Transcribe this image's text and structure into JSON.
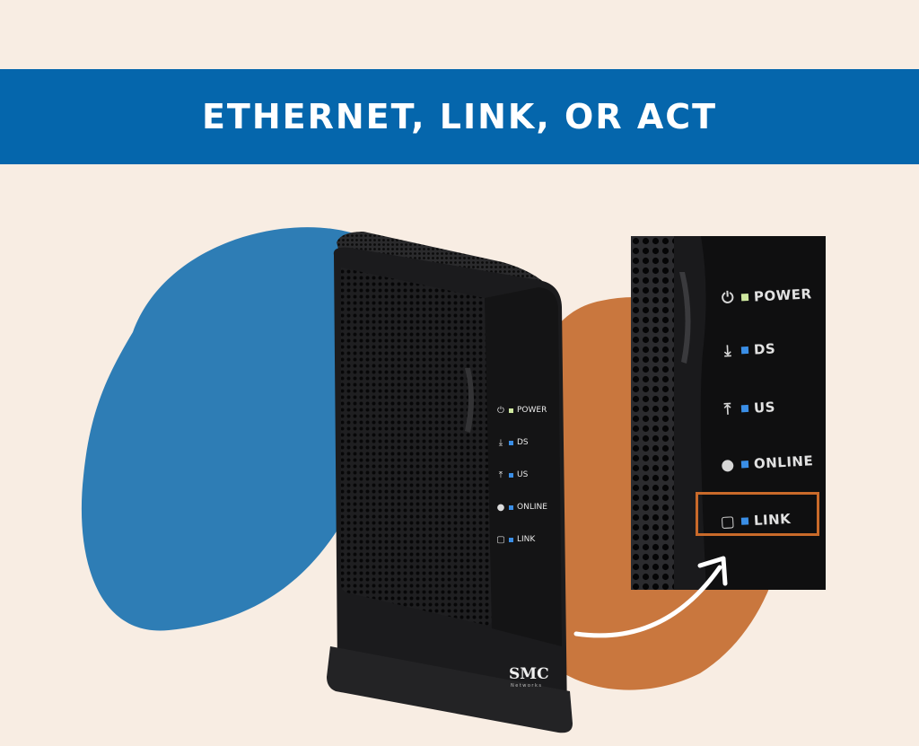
{
  "banner": {
    "title": "ETHERNET, LINK, OR ACT",
    "color": "#0566ac"
  },
  "colors": {
    "background": "#f8ede3",
    "blob_blue": "#2e7db5",
    "blob_orange": "#c9773e",
    "modem_body": "#1b1b1d",
    "highlight": "#c96a2a",
    "led_blue": "#3a8ee6",
    "led_green": "#cfe8a0"
  },
  "modem": {
    "brand": "SMC",
    "brand_sub": "Networks",
    "leds": [
      {
        "icon": "power-icon",
        "glyph": "⏻",
        "label": "POWER",
        "color": "#cfe8a0"
      },
      {
        "icon": "download-icon",
        "glyph": "⤓",
        "label": "DS",
        "color": "#3a8ee6"
      },
      {
        "icon": "upload-icon",
        "glyph": "⤒",
        "label": "US",
        "color": "#3a8ee6"
      },
      {
        "icon": "globe-icon",
        "glyph": "●",
        "label": "ONLINE",
        "color": "#3a8ee6"
      },
      {
        "icon": "monitor-icon",
        "glyph": "▢",
        "label": "LINK",
        "color": "#3a8ee6"
      }
    ]
  },
  "zoom": {
    "leds": [
      {
        "icon": "power-icon",
        "glyph": "⏻",
        "label": "POWER",
        "color": "#cfe8a0"
      },
      {
        "icon": "download-icon",
        "glyph": "⤓",
        "label": "DS",
        "color": "#3a8ee6"
      },
      {
        "icon": "upload-icon",
        "glyph": "⤒",
        "label": "US",
        "color": "#3a8ee6"
      },
      {
        "icon": "globe-icon",
        "glyph": "●",
        "label": "ONLINE",
        "color": "#3a8ee6"
      },
      {
        "icon": "monitor-icon",
        "glyph": "▢",
        "label": "LINK",
        "color": "#3a8ee6"
      }
    ],
    "highlighted": "LINK"
  }
}
